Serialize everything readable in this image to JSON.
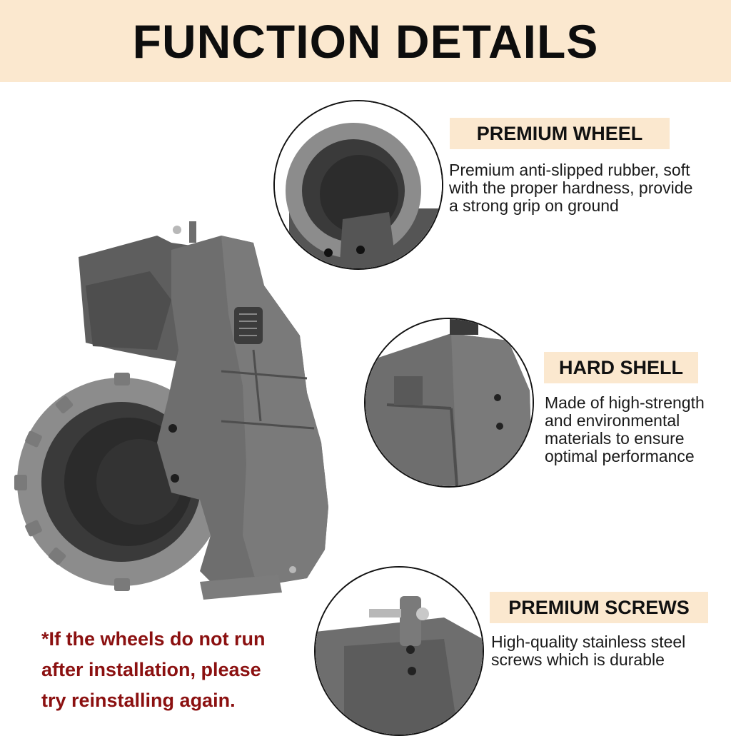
{
  "header": {
    "title": "FUNCTION DETAILS"
  },
  "features": [
    {
      "label": "PREMIUM WHEEL",
      "description": [
        "Premium anti-slipped rubber, soft",
        "with the proper hardness, provide",
        "a strong grip on ground"
      ]
    },
    {
      "label": "HARD SHELL",
      "description": [
        "Made of high-strength",
        "and environmental",
        "materials to ensure",
        "optimal performance"
      ]
    },
    {
      "label": "PREMIUM SCREWS",
      "description": [
        "High-quality stainless steel",
        "screws which is durable"
      ]
    }
  ],
  "note": {
    "lines": [
      "*If the wheels do not run",
      "after installation, please",
      "try reinstalling again."
    ]
  },
  "colors": {
    "header_bg": "#fbe8cf",
    "label_bg": "#fbe8cf",
    "note_text": "#8b1010",
    "module_gray": "#6e6e6e"
  }
}
